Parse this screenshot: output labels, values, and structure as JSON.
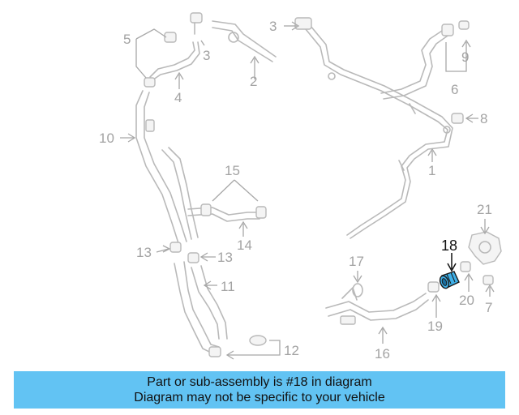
{
  "diagram": {
    "callouts": [
      "1",
      "2",
      "3",
      "3",
      "4",
      "5",
      "6",
      "7",
      "8",
      "9",
      "10",
      "11",
      "12",
      "13",
      "13",
      "14",
      "15",
      "16",
      "17",
      "18",
      "19",
      "20",
      "21"
    ],
    "highlighted_part": "18"
  },
  "banner": {
    "line1": "Part or sub-assembly is #18 in diagram",
    "line2": "Diagram may not be specific to your vehicle"
  },
  "colors": {
    "banner_bg": "#62c3f3",
    "highlight": "#3fb0e8"
  }
}
